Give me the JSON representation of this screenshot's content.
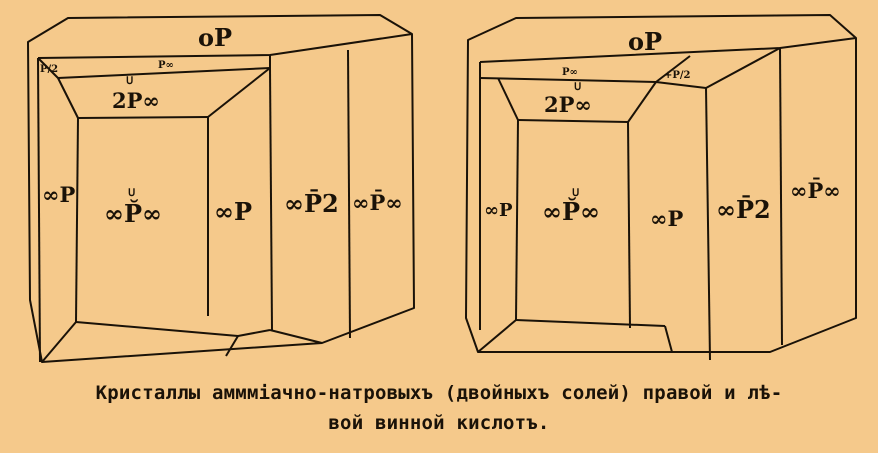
{
  "figures": [
    {
      "top": "oP",
      "labels": {
        "upper_fraction": "P/2",
        "upper_small": "P∞",
        "dome": "2P∞",
        "dome_mark": "ᑌ",
        "left_prism": "∞P",
        "main": "∞P̆∞",
        "main_mark": "ᑌ",
        "side_prism": "∞P",
        "prism2": "∞P̄2",
        "prism_end": "∞P̄∞"
      }
    },
    {
      "top": "oP",
      "labels": {
        "upper_small": "P∞",
        "upper_fraction": "+P/2",
        "dome": "2P∞",
        "dome_mark": "ᑌ",
        "left_prism": "∞P",
        "main": "∞P̆∞",
        "main_mark": "ᑌ",
        "side_prism": "∞P",
        "prism2": "∞P̄2",
        "prism_end": "∞P̄∞"
      }
    }
  ],
  "caption": {
    "line1": "Кристаллы аммміачно-натровыхъ (двойныхъ солей) правой и лѣ-",
    "line2": "вой винной кислотъ."
  },
  "colors": {
    "background": "#f5c98b",
    "ink": "#1a1208"
  }
}
